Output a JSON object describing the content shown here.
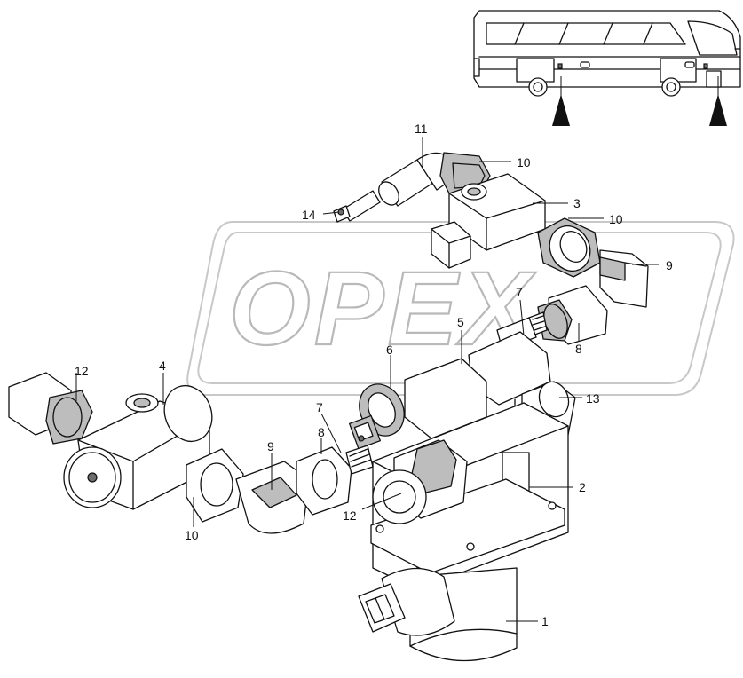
{
  "watermark": {
    "text": "OPEX"
  },
  "callouts": [
    {
      "id": "c1",
      "label": "1"
    },
    {
      "id": "c2",
      "label": "2"
    },
    {
      "id": "c3",
      "label": "3"
    },
    {
      "id": "c4",
      "label": "4"
    },
    {
      "id": "c5",
      "label": "5"
    },
    {
      "id": "c6",
      "label": "6"
    },
    {
      "id": "c7a",
      "label": "7"
    },
    {
      "id": "c7b",
      "label": "7"
    },
    {
      "id": "c8a",
      "label": "8"
    },
    {
      "id": "c8b",
      "label": "8"
    },
    {
      "id": "c9a",
      "label": "9"
    },
    {
      "id": "c9b",
      "label": "9"
    },
    {
      "id": "c10a",
      "label": "10"
    },
    {
      "id": "c10b",
      "label": "10"
    },
    {
      "id": "c10c",
      "label": "10"
    },
    {
      "id": "c11",
      "label": "11"
    },
    {
      "id": "c12a",
      "label": "12"
    },
    {
      "id": "c12b",
      "label": "12"
    },
    {
      "id": "c13",
      "label": "13"
    },
    {
      "id": "c14",
      "label": "14"
    }
  ]
}
